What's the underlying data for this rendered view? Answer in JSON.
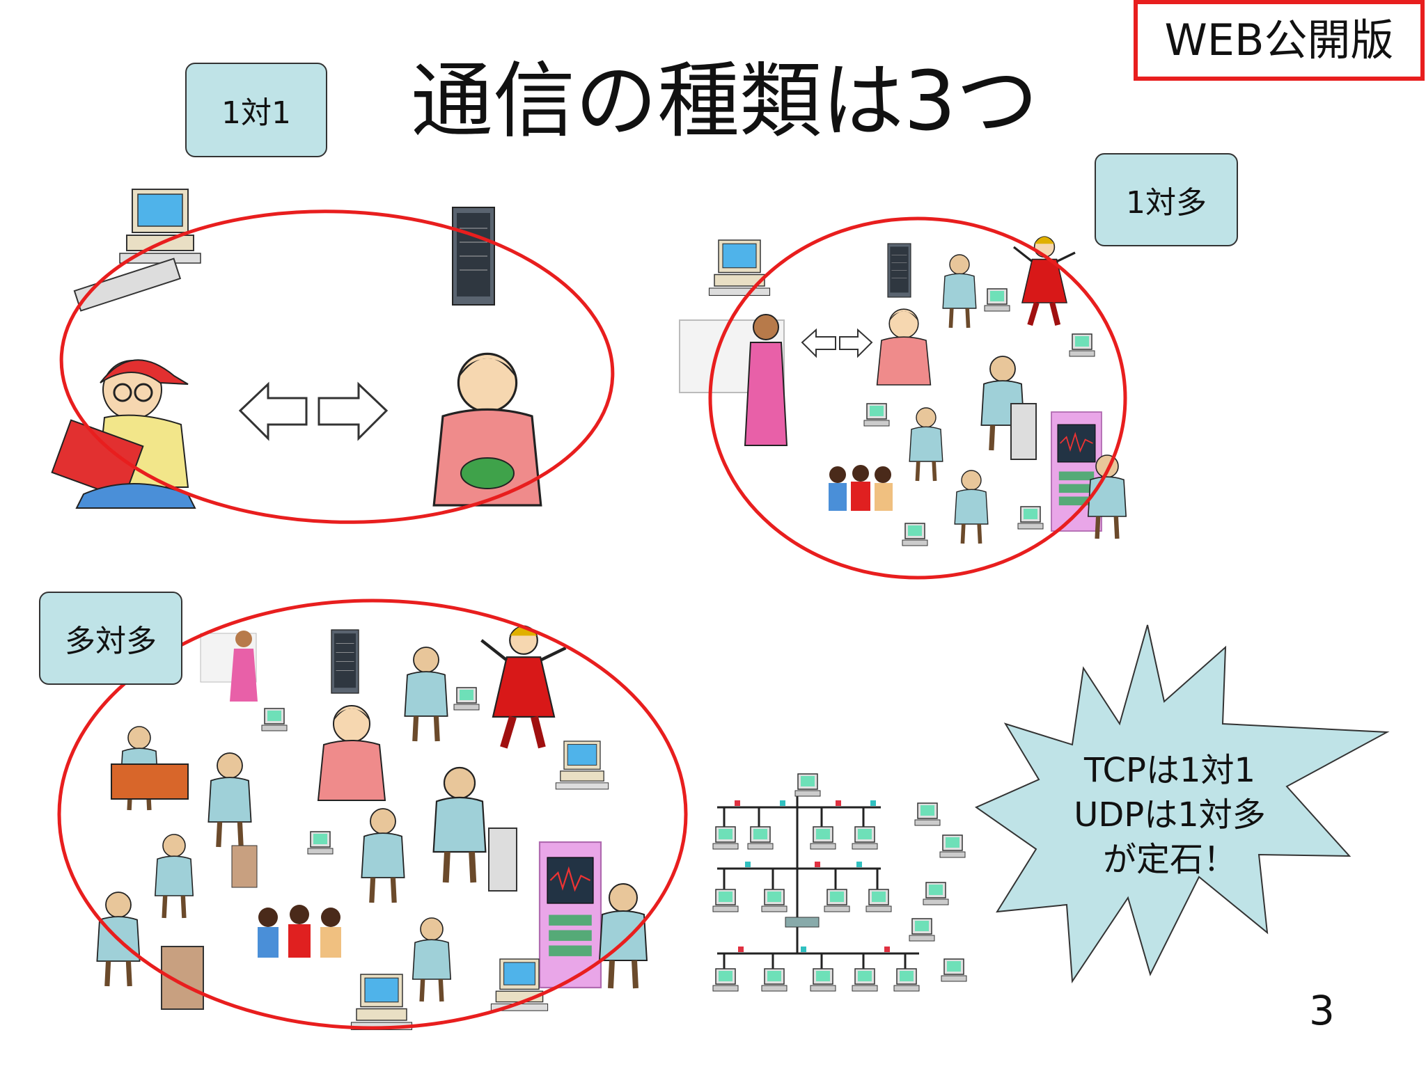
{
  "slide": {
    "title": "通信の種類は3つ",
    "web_badge": "WEB公開版",
    "page_number": "3"
  },
  "categories": {
    "one_to_one": "1対1",
    "one_to_many": "1対多",
    "many_to_many": "多対多"
  },
  "callout": {
    "line1": "TCPは1対1",
    "line2": "UDPは1対多",
    "line3": "が定石！"
  },
  "colors": {
    "ellipse": "#e81e1e",
    "tag_fill": "#bfe3e7",
    "burst_fill": "#bfe3e7",
    "screen": "#4fb3ea"
  }
}
